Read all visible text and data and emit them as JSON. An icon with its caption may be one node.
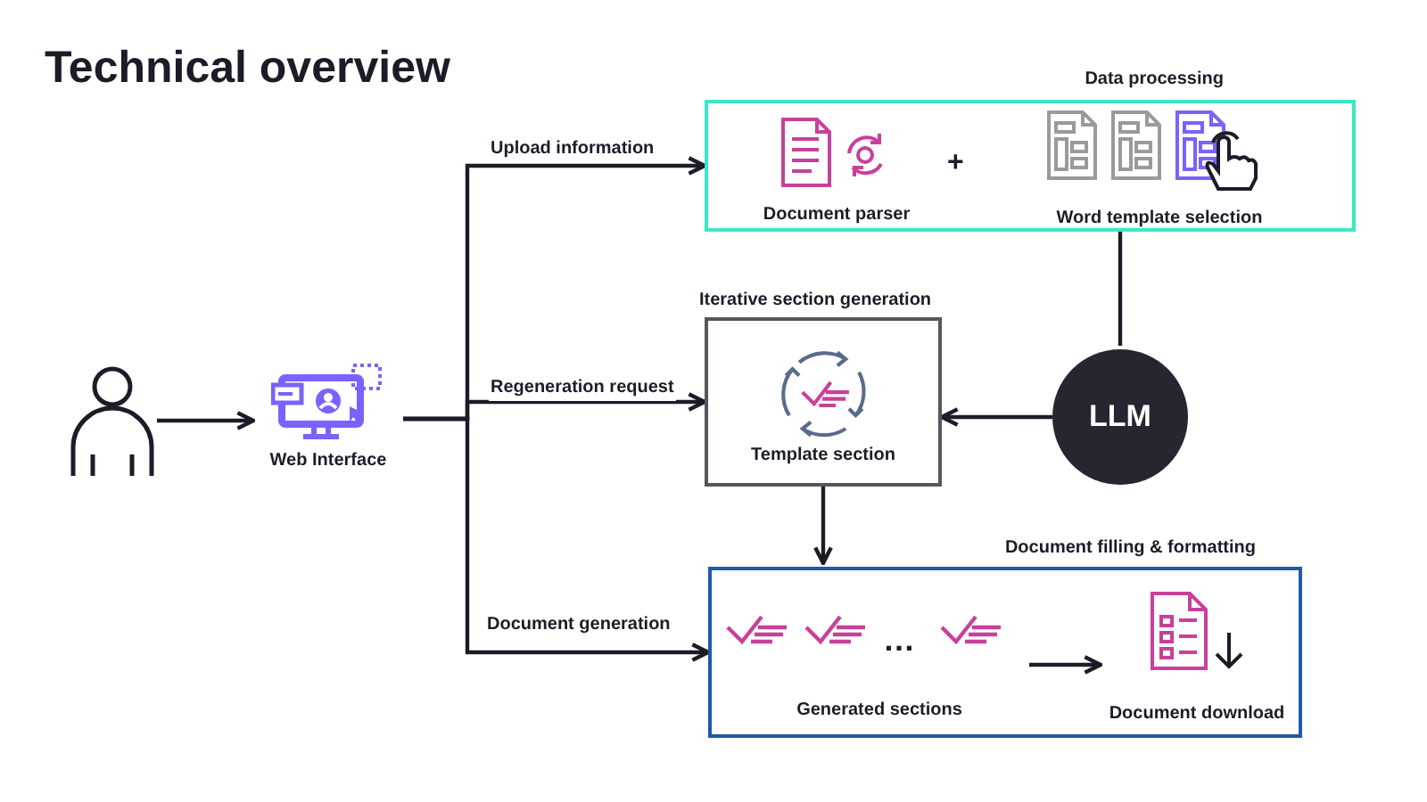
{
  "diagram": {
    "title": "Technical overview",
    "nodes": [
      {
        "text": [],
        "shape": "person"
      },
      {
        "text": [
          "Web Interface"
        ]
      },
      {
        "text": [
          "Data processing"
        ]
      },
      {
        "text": [
          "Document parser"
        ],
        "in": 2
      },
      {
        "text": [
          "Word template selection"
        ],
        "in": 2
      },
      {
        "text": [
          "Iterative section generation",
          "Template section"
        ]
      },
      {
        "text": [
          "LLM"
        ]
      },
      {
        "text": [
          "Document filling & formatting"
        ]
      },
      {
        "text": [
          "Generated sections"
        ],
        "in": 7
      },
      {
        "text": [
          "Document download"
        ],
        "in": 7
      }
    ],
    "edges": [
      {
        "from": 0,
        "to": 1,
        "arrow": "to"
      },
      {
        "from": 1,
        "to": 2,
        "arrow": "to",
        "label": "Upload information"
      },
      {
        "from": 1,
        "to": 5,
        "arrow": "to",
        "label": "Regeneration request"
      },
      {
        "from": 1,
        "to": 7,
        "arrow": "to",
        "label": "Document generation"
      },
      {
        "from": 2,
        "to": 6,
        "arrow": "none"
      },
      {
        "from": 6,
        "to": 5,
        "arrow": "to"
      },
      {
        "from": 5,
        "to": 7,
        "arrow": "to"
      },
      {
        "from": 8,
        "to": 9,
        "arrow": "to"
      }
    ],
    "labels": [
      "+",
      "…"
    ]
  }
}
